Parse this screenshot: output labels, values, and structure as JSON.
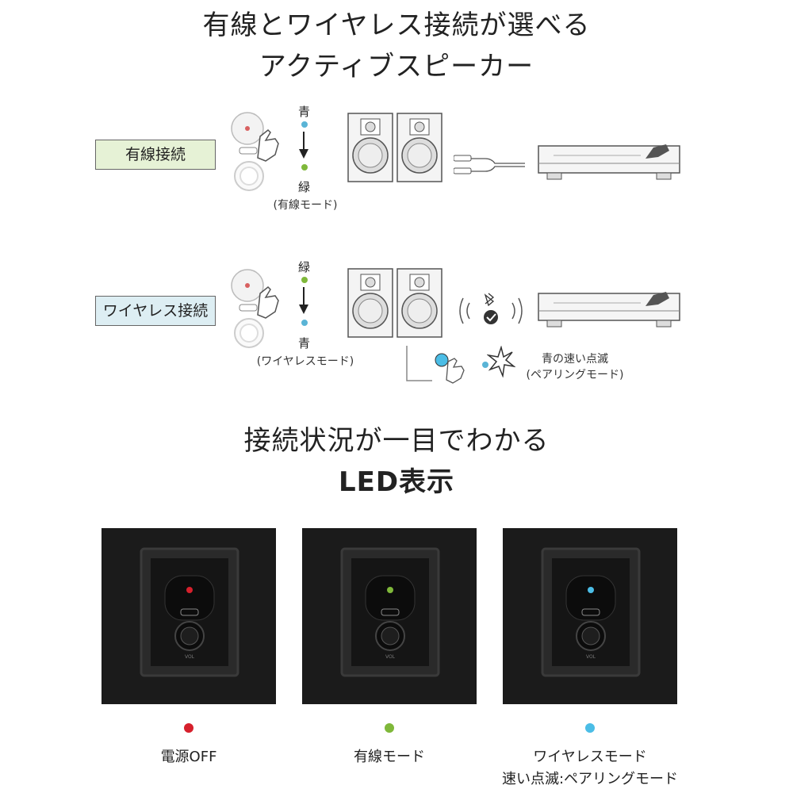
{
  "header": {
    "title_line1": "有線とワイヤレス接続が選べる",
    "title_line2": "アクティブスピーカー"
  },
  "wired": {
    "label": "有線接続",
    "from_color_text": "青",
    "to_color_text": "緑",
    "mode_text": "(有線モード)",
    "from_dot_color": "#5ab4d6",
    "to_dot_color": "#7fb83a",
    "label_bg": "#e6f2d6"
  },
  "wireless": {
    "label": "ワイヤレス接続",
    "from_color_text": "緑",
    "to_color_text": "青",
    "mode_text": "(ワイヤレスモード)",
    "from_dot_color": "#7fb83a",
    "to_dot_color": "#5ab4d6",
    "label_bg": "#ddeef3",
    "pairing_line1": "青の速い点滅",
    "pairing_line2": "(ペアリングモード)"
  },
  "led_section": {
    "title_line1": "接続状況が一目でわかる",
    "title_line2": "LED表示",
    "items": [
      {
        "caption_line1": "電源OFF",
        "caption_line2": "",
        "color": "#d6202c"
      },
      {
        "caption_line1": "有線モード",
        "caption_line2": "",
        "color": "#7fb83a"
      },
      {
        "caption_line1": "ワイヤレスモード",
        "caption_line2": "速い点滅:ペアリングモード",
        "color": "#4bbde6"
      }
    ]
  }
}
